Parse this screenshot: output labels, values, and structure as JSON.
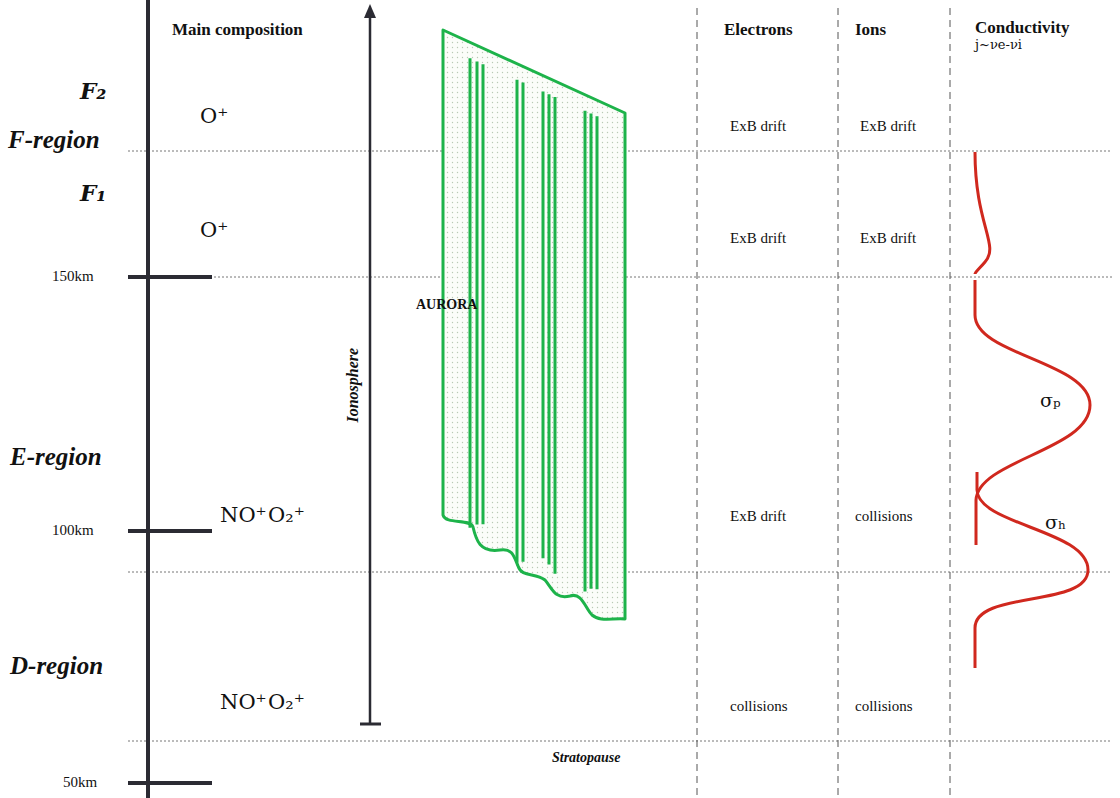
{
  "diagram": {
    "labels": [
      "Main composition",
      "Electrons",
      "Ions",
      "Conductivity",
      "j~νe-νi",
      "F₂",
      "O⁺",
      "F-region",
      "ExB drift",
      "ExB drift",
      "F₁",
      "O⁺",
      "ExB drift",
      "ExB drift",
      "150km",
      "AURORA",
      "Ionosphere",
      "σₚ",
      "E-region",
      "NO⁺",
      "O₂⁺",
      "100km",
      "ExB drift",
      "collisions",
      "σₕ",
      "D-region",
      "NO⁺",
      "O₂⁺",
      "collisions",
      "collisions",
      "Stratopause",
      "50km"
    ]
  }
}
